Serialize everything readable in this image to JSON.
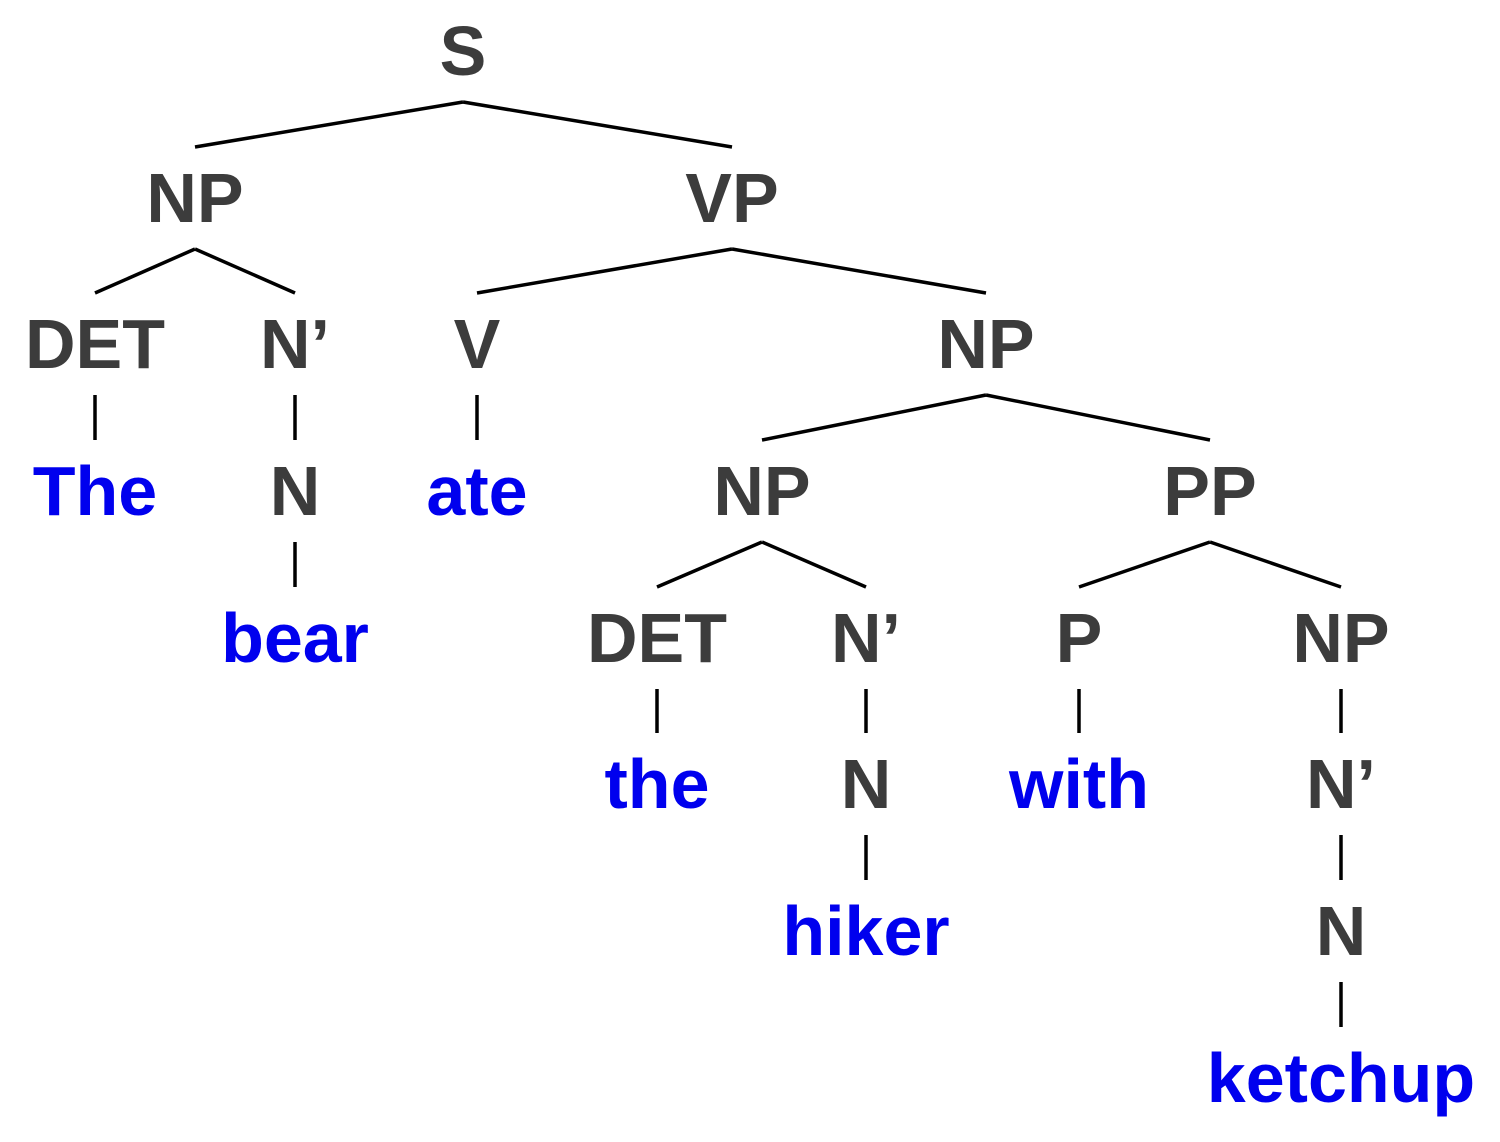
{
  "colors": {
    "category": "#3c3c3c",
    "word": "#0000ee",
    "edge": "#000000"
  },
  "tree": {
    "root": "S",
    "nodes": {
      "s": {
        "label": "S",
        "kind": "category"
      },
      "np_subject": {
        "label": "NP",
        "kind": "category"
      },
      "vp": {
        "label": "VP",
        "kind": "category"
      },
      "det_1": {
        "label": "DET",
        "kind": "category"
      },
      "nbar_1": {
        "label": "N’",
        "kind": "category"
      },
      "v": {
        "label": "V",
        "kind": "category"
      },
      "np_object": {
        "label": "NP",
        "kind": "category"
      },
      "word_the_1": {
        "label": "The",
        "kind": "word"
      },
      "n_1": {
        "label": "N",
        "kind": "category"
      },
      "word_ate": {
        "label": "ate",
        "kind": "word"
      },
      "np_inner": {
        "label": "NP",
        "kind": "category"
      },
      "pp": {
        "label": "PP",
        "kind": "category"
      },
      "word_bear": {
        "label": "bear",
        "kind": "word"
      },
      "det_2": {
        "label": "DET",
        "kind": "category"
      },
      "nbar_2": {
        "label": "N’",
        "kind": "category"
      },
      "p": {
        "label": "P",
        "kind": "category"
      },
      "np_pp": {
        "label": "NP",
        "kind": "category"
      },
      "word_the_2": {
        "label": "the",
        "kind": "word"
      },
      "n_2": {
        "label": "N",
        "kind": "category"
      },
      "word_with": {
        "label": "with",
        "kind": "word"
      },
      "nbar_3": {
        "label": "N’",
        "kind": "category"
      },
      "word_hiker": {
        "label": "hiker",
        "kind": "word"
      },
      "n_3": {
        "label": "N",
        "kind": "category"
      },
      "word_ketchup": {
        "label": "ketchup",
        "kind": "word"
      }
    },
    "edges": [
      [
        "s",
        "np_subject"
      ],
      [
        "s",
        "vp"
      ],
      [
        "np_subject",
        "det_1"
      ],
      [
        "np_subject",
        "nbar_1"
      ],
      [
        "vp",
        "v"
      ],
      [
        "vp",
        "np_object"
      ],
      [
        "det_1",
        "word_the_1"
      ],
      [
        "nbar_1",
        "n_1"
      ],
      [
        "v",
        "word_ate"
      ],
      [
        "np_object",
        "np_inner"
      ],
      [
        "np_object",
        "pp"
      ],
      [
        "n_1",
        "word_bear"
      ],
      [
        "np_inner",
        "det_2"
      ],
      [
        "np_inner",
        "nbar_2"
      ],
      [
        "pp",
        "p"
      ],
      [
        "pp",
        "np_pp"
      ],
      [
        "det_2",
        "word_the_2"
      ],
      [
        "nbar_2",
        "n_2"
      ],
      [
        "p",
        "word_with"
      ],
      [
        "np_pp",
        "nbar_3"
      ],
      [
        "n_2",
        "word_hiker"
      ],
      [
        "nbar_3",
        "n_3"
      ],
      [
        "n_3",
        "word_ketchup"
      ]
    ]
  }
}
